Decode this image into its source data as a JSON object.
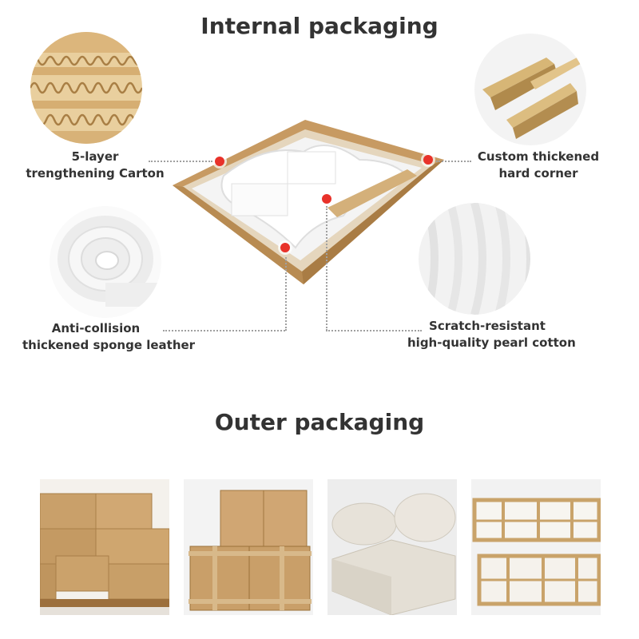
{
  "internal": {
    "title": "Internal packaging",
    "items": [
      {
        "line1": "5-layer",
        "line2": "trengthening Carton"
      },
      {
        "line1": "Custom thickened",
        "line2": "hard corner"
      },
      {
        "line1": "Anti-collision",
        "line2": "thickened sponge leather"
      },
      {
        "line1": "Scratch-resistant",
        "line2": "high-quality pearl cotton"
      }
    ]
  },
  "outer": {
    "title": "Outer packaging",
    "photos": [
      "stacked-cartons-on-pallet",
      "wooden-crated-cartons",
      "white-film-wrapped-bundles",
      "wooden-frame-crates"
    ]
  },
  "colors": {
    "accent_dot": "#e8322a",
    "text": "#333333",
    "cardboard": "#c9a06a"
  }
}
